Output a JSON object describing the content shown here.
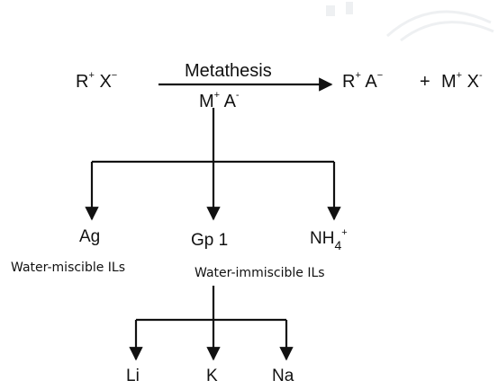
{
  "reaction": {
    "reactant": {
      "cation": "R",
      "cation_charge": "+",
      "anion": "X",
      "anion_charge": "−"
    },
    "arrow_label": "Metathesis",
    "reagent": {
      "cation": "M",
      "cation_charge": "+",
      "anion": "A",
      "anion_charge": "-"
    },
    "product_1": {
      "cation": "R",
      "cation_charge": "+",
      "anion": "A",
      "anion_charge": "−"
    },
    "plus": "+",
    "product_2": {
      "cation": "M",
      "cation_charge": "+",
      "anion": "X",
      "anion_charge": "-"
    }
  },
  "level1": {
    "ag": "Ag",
    "gp1": "Gp 1",
    "nh4": {
      "base": "NH",
      "subscript": "4",
      "charge": "+"
    },
    "note_miscible": "Water-miscible ILs",
    "note_immiscible": "Water-immiscible ILs"
  },
  "level2": {
    "li": "Li",
    "k": "K",
    "na": "Na"
  },
  "colors": {
    "ink": "#111111",
    "watermark": "#eef0f2"
  }
}
